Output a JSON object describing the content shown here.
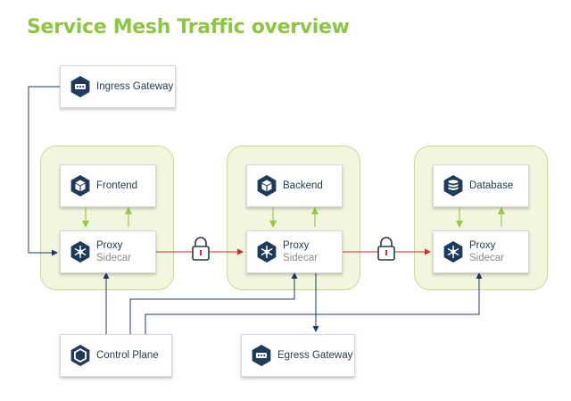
{
  "title": "Service Mesh Traffic overview",
  "nodes": {
    "ingress": {
      "label": "Ingress Gateway",
      "icon": "gateway-icon"
    },
    "frontend": {
      "label": "Frontend",
      "icon": "cube-icon"
    },
    "frontend_proxy": {
      "label": "Proxy",
      "sub": "Sidecar",
      "icon": "proxy-icon"
    },
    "backend": {
      "label": "Backend",
      "icon": "cube-icon"
    },
    "backend_proxy": {
      "label": "Proxy",
      "sub": "Sidecar",
      "icon": "proxy-icon"
    },
    "database": {
      "label": "Database",
      "icon": "database-icon"
    },
    "database_proxy": {
      "label": "Proxy",
      "sub": "Sidecar",
      "icon": "proxy-icon"
    },
    "control_plane": {
      "label": "Control Plane",
      "icon": "control-plane-icon"
    },
    "egress": {
      "label": "Egress Gateway",
      "icon": "gateway-icon"
    }
  },
  "colors": {
    "title": "#8dc63f",
    "group_fill": "#f2f6df",
    "group_border": "#c8dc8a",
    "navy": "#1f3b5a",
    "encrypted_link": "#d9272e",
    "app_link": "#9cc94a"
  }
}
